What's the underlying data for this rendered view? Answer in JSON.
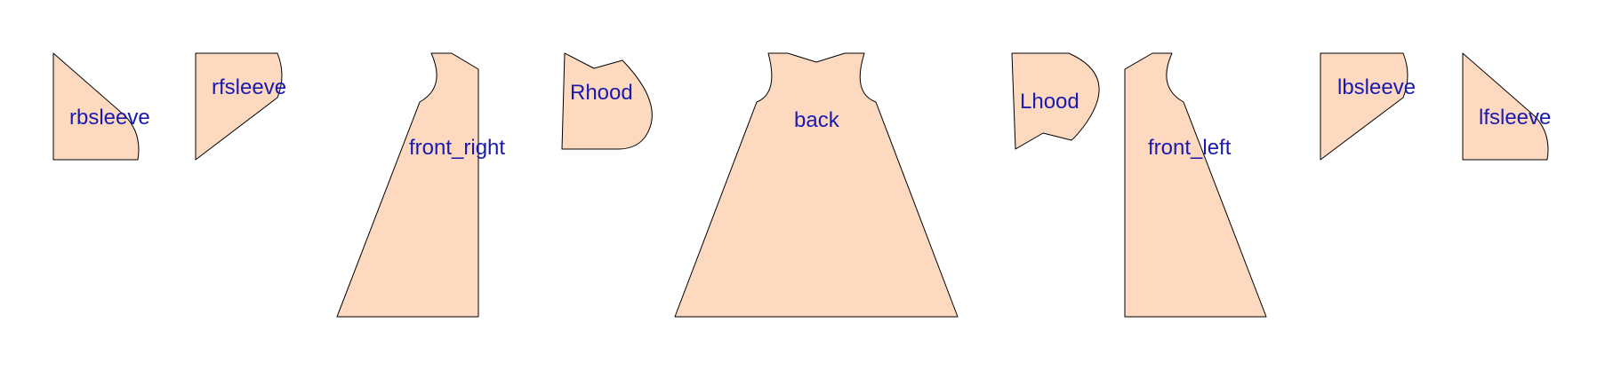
{
  "pattern": {
    "colors": {
      "piece_fill": "#fdd9c0",
      "piece_stroke": "#000000",
      "label": "#1a1ab0",
      "background": "#ffffff"
    },
    "pieces": [
      {
        "id": "rbsleeve",
        "label": "rbsleeve"
      },
      {
        "id": "rfsleeve",
        "label": "rfsleeve"
      },
      {
        "id": "front_right",
        "label": "front_right"
      },
      {
        "id": "Rhood",
        "label": "Rhood"
      },
      {
        "id": "back",
        "label": "back"
      },
      {
        "id": "Lhood",
        "label": "Lhood"
      },
      {
        "id": "front_left",
        "label": "front_left"
      },
      {
        "id": "lbsleeve",
        "label": "lbsleeve"
      },
      {
        "id": "lfsleeve",
        "label": "lfsleeve"
      }
    ]
  }
}
